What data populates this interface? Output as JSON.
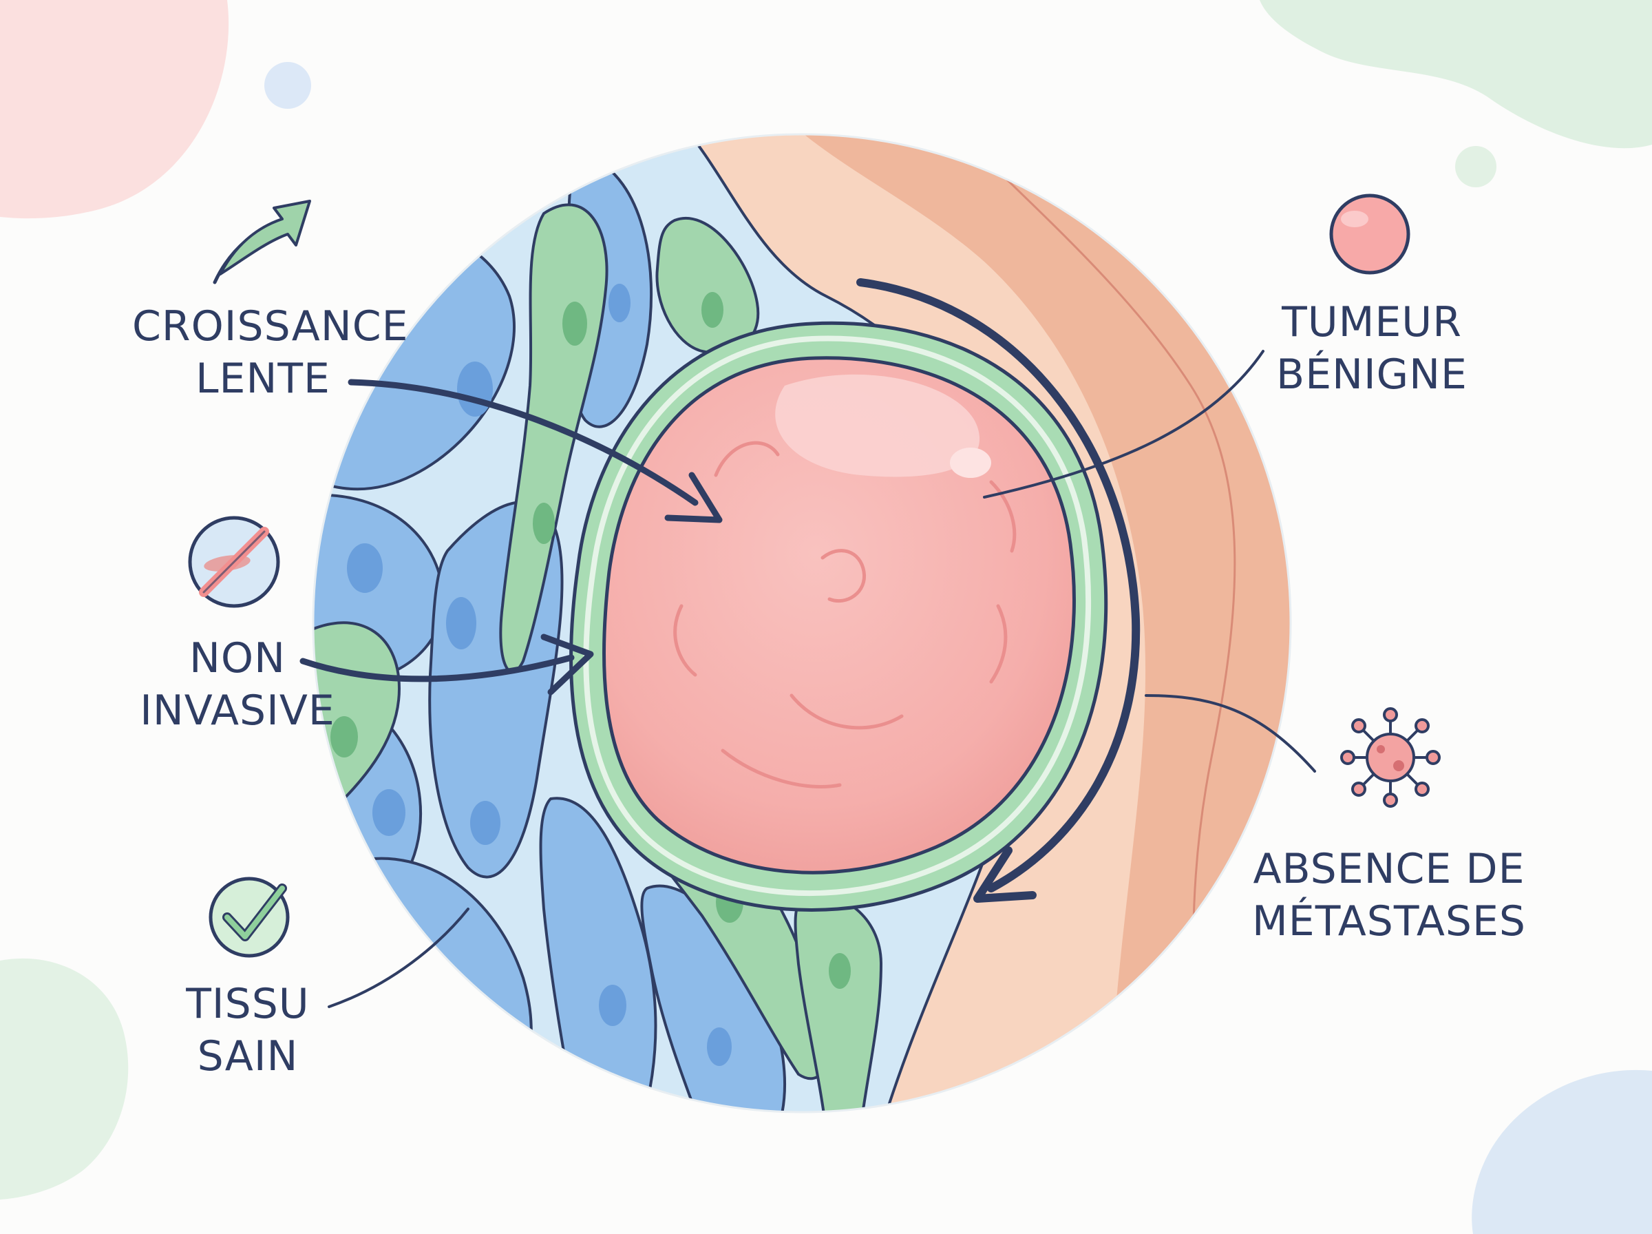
{
  "labels": {
    "croissance": [
      "CROISSANCE",
      "LENTE"
    ],
    "non_invasive": [
      "NON",
      "INVASIVE"
    ],
    "tissu_sain": [
      "TISSU",
      "SAIN"
    ],
    "tumeur": [
      "TUMEUR",
      "BÉNIGNE"
    ],
    "metastases": [
      "ABSENCE DE",
      "MÉTASTASES"
    ]
  },
  "icons": {
    "croissance": "growth-arrow-icon",
    "non_invasive": "no-entry-icon",
    "tissu_sain": "check-circle-icon",
    "tumeur": "cell-circle-icon",
    "metastases": "virus-icon"
  },
  "colors": {
    "text": "#2f3d63",
    "tumor": "#f4a7a6",
    "healthy_blue": "#8db8e8",
    "healthy_green": "#9fd3aa",
    "capsule": "#a7dbb2",
    "outer_peach": "#f7d3bd",
    "outer_salmon": "#efb69a"
  }
}
